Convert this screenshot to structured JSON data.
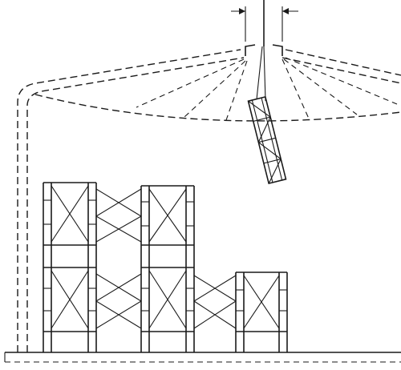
{
  "diagram": {
    "ink_color": "#1a1a1a",
    "background_color": "#ffffff",
    "towers": [
      {
        "name": "left-tower",
        "tiers": 2
      },
      {
        "name": "middle-tower",
        "tiers": 2
      },
      {
        "name": "right-tower",
        "tiers": 1
      }
    ],
    "cross_brace_spans": 3
  }
}
